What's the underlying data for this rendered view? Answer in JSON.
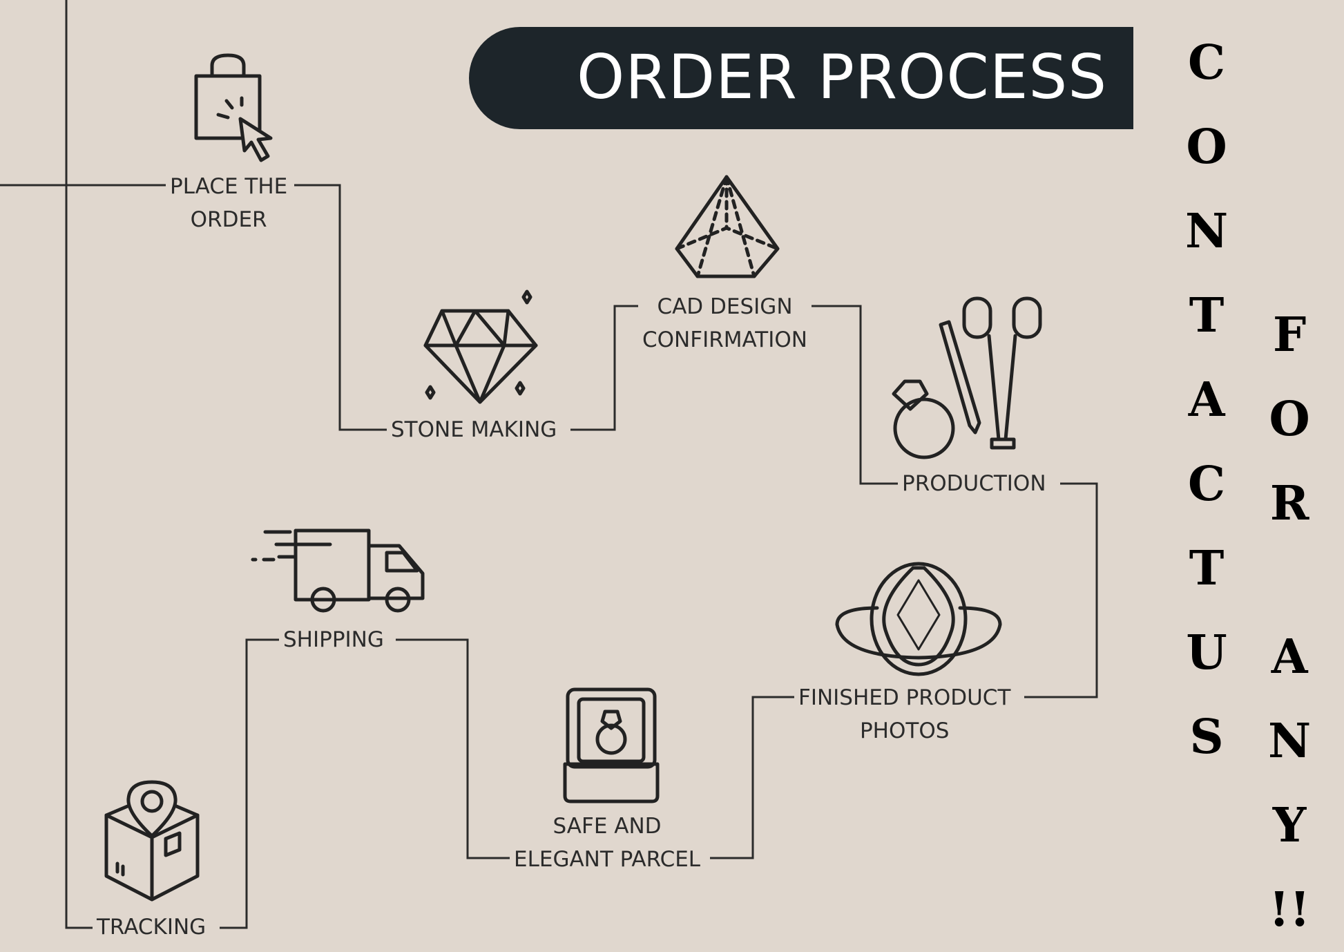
{
  "title": "ORDER PROCESS",
  "steps": {
    "place_order": [
      "PLACE THE",
      "ORDER"
    ],
    "stone_making": "STONE MAKING",
    "cad_design": [
      "CAD DESIGN",
      "CONFIRMATION"
    ],
    "production": "PRODUCTION",
    "finished_photos": [
      "FINISHED PRODUCT",
      "PHOTOS"
    ],
    "parcel": [
      "SAFE AND",
      "ELEGANT PARCEL"
    ],
    "shipping": "SHIPPING",
    "tracking": "TRACKING"
  },
  "sidebar": {
    "contact_us": [
      "C",
      "O",
      "N",
      "T",
      "A",
      "C",
      "T",
      "U",
      "S"
    ],
    "for_any": [
      "F",
      "O",
      "R",
      "",
      "A",
      "N",
      "Y",
      "!!"
    ]
  },
  "icons": [
    "shopping-bag-icon",
    "diamond-icon",
    "pyramid-gem-icon",
    "jewelry-tools-icon",
    "ring-icon",
    "ring-box-icon",
    "delivery-truck-icon",
    "location-box-icon"
  ],
  "colors": {
    "background": "#e0d7ce",
    "title_bar": "#1d252a",
    "line": "#2b2b2b"
  }
}
